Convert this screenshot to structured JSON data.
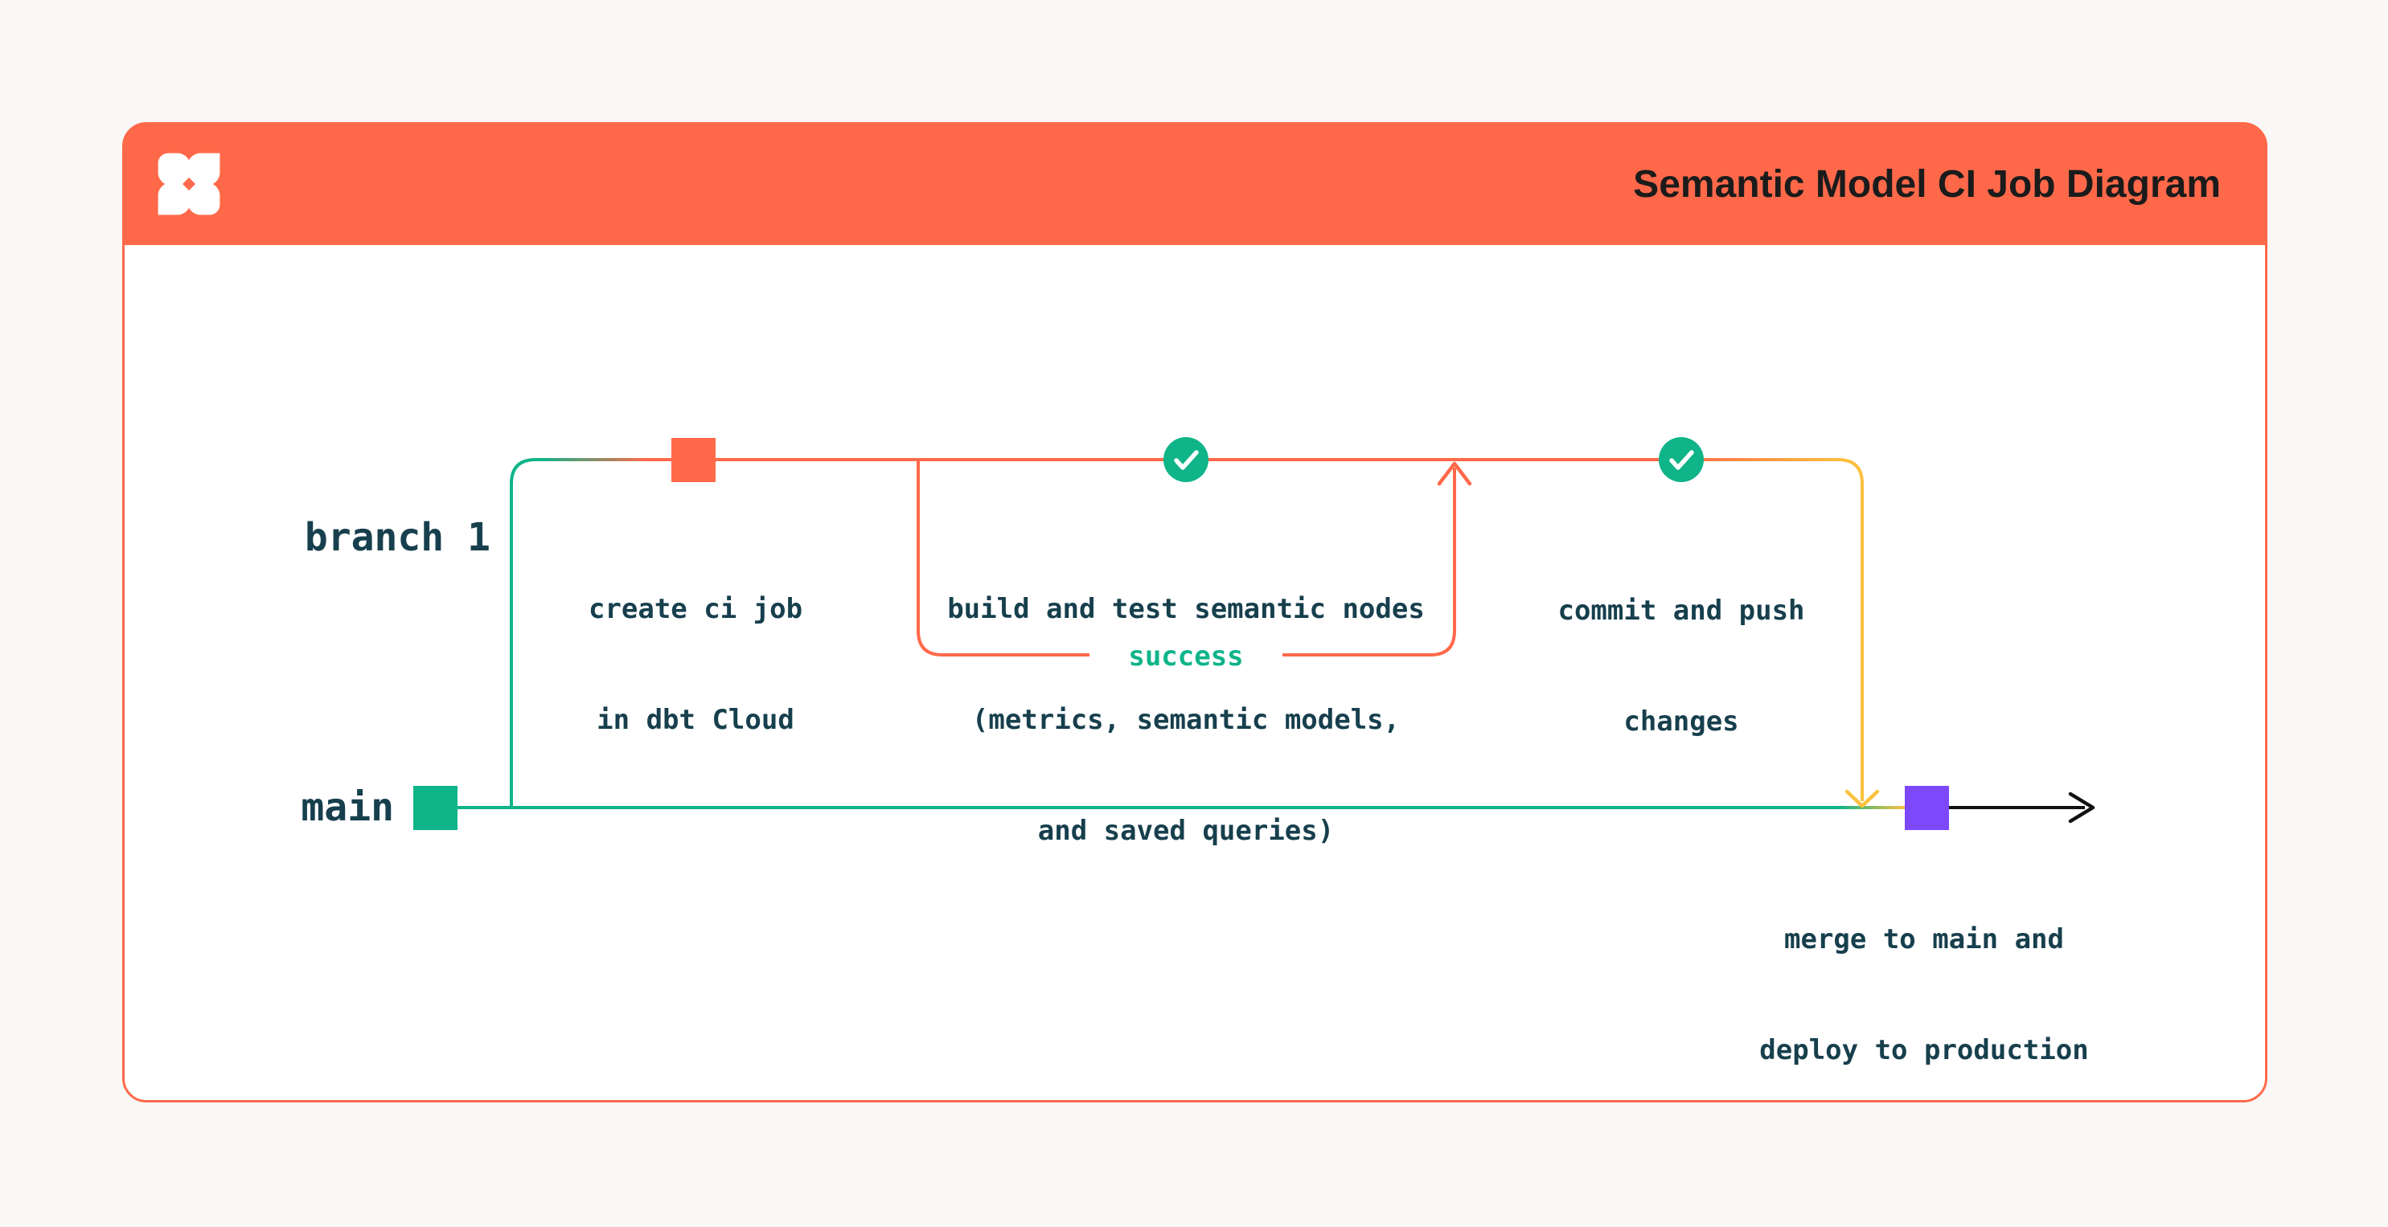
{
  "header": {
    "title": "Semantic Model CI Job Diagram",
    "logo": "dbt-logo"
  },
  "diagram": {
    "branch_label": "branch 1",
    "main_label": "main",
    "nodes": {
      "create_ci": {
        "marker": "orange-square",
        "lines": [
          "create ci job",
          "in dbt Cloud"
        ]
      },
      "build_test": {
        "marker": "check-circle-green",
        "lines": [
          "build and test semantic nodes",
          "(metrics, semantic models,",
          "and saved queries)"
        ],
        "loop_label": "success"
      },
      "commit_push": {
        "marker": "check-circle-green",
        "lines": [
          "commit and push",
          "changes"
        ]
      },
      "merge_deploy": {
        "marker": "purple-square",
        "lines": [
          "merge to main and",
          "deploy to production"
        ]
      }
    }
  },
  "colors": {
    "orange": "#ff694a",
    "green": "#0fb489",
    "yellow": "#fcc13e",
    "purple": "#7c48fa",
    "ink": "#173f4d",
    "title-ink": "#1b1b1b",
    "page-bg": "#f9f8f6",
    "card-bg": "#ffffff",
    "black": "#111111"
  }
}
